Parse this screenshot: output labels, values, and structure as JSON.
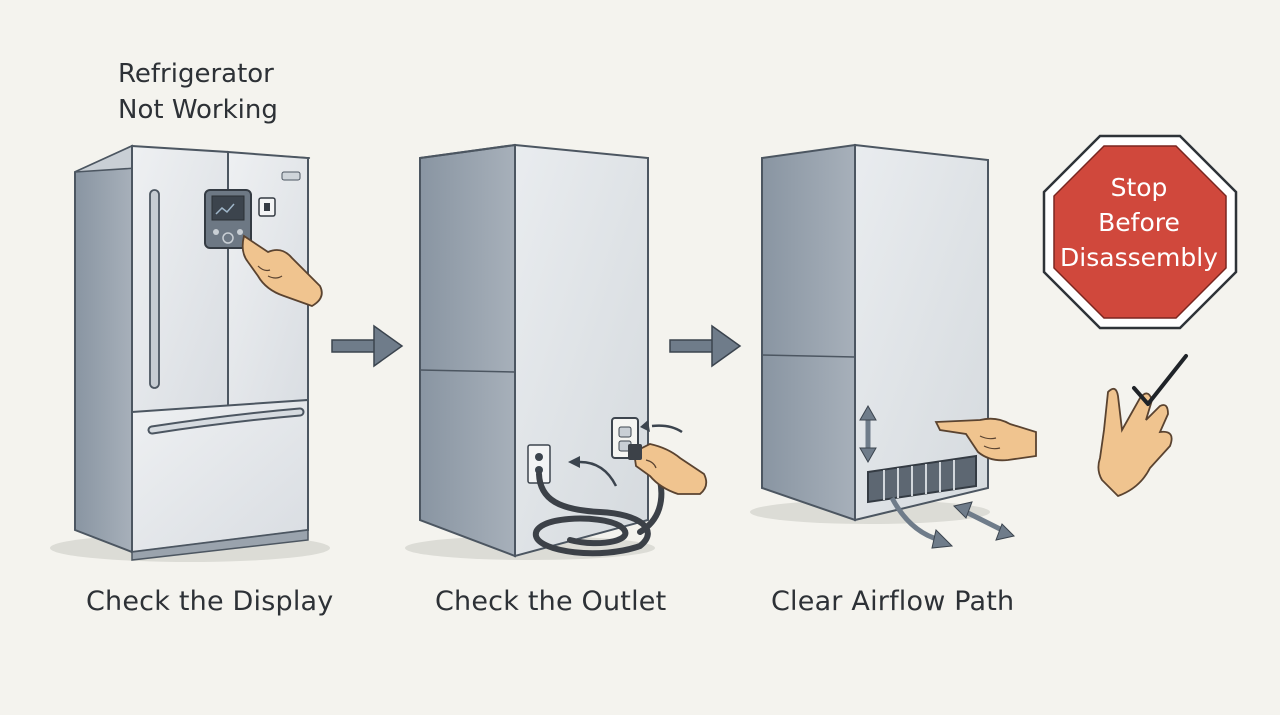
{
  "title": {
    "line1": "Refrigerator",
    "line2": "Not Working"
  },
  "steps": [
    {
      "label": "Check the Display"
    },
    {
      "label": "Check the Outlet"
    },
    {
      "label": "Clear Airflow Path"
    }
  ],
  "stop_sign": {
    "line1": "Stop",
    "line2": "Before",
    "line3": "Disassembly",
    "color": "#d0483c"
  },
  "colors": {
    "background": "#f4f3ee",
    "steel_dark": "#7f8a96",
    "steel_light": "#e6e9ec",
    "arrow": "#5f6b78",
    "skin": "#f0c48f"
  }
}
